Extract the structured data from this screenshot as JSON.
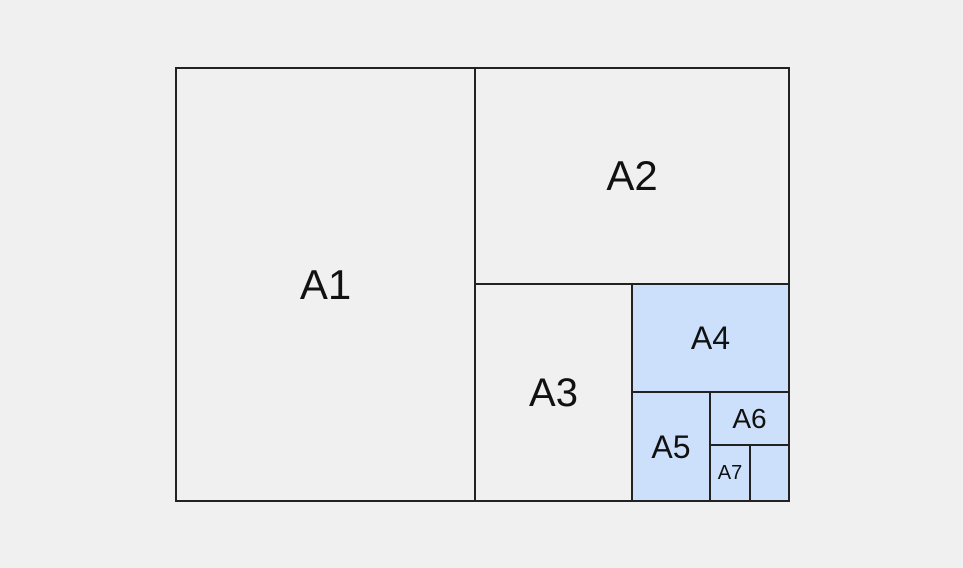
{
  "diagram": {
    "cells": [
      {
        "id": "a1",
        "label": "A1",
        "highlighted": false
      },
      {
        "id": "a2",
        "label": "A2",
        "highlighted": false
      },
      {
        "id": "a3",
        "label": "A3",
        "highlighted": false
      },
      {
        "id": "a4",
        "label": "A4",
        "highlighted": true
      },
      {
        "id": "a5",
        "label": "A5",
        "highlighted": true
      },
      {
        "id": "a6",
        "label": "A6",
        "highlighted": true
      },
      {
        "id": "a7",
        "label": "A7",
        "highlighted": true
      },
      {
        "id": "a8",
        "label": "",
        "highlighted": true
      }
    ],
    "colors": {
      "background": "#f0f0f0",
      "border": "#222222",
      "highlight_fill": "#cce0fb",
      "text": "#111111"
    }
  }
}
